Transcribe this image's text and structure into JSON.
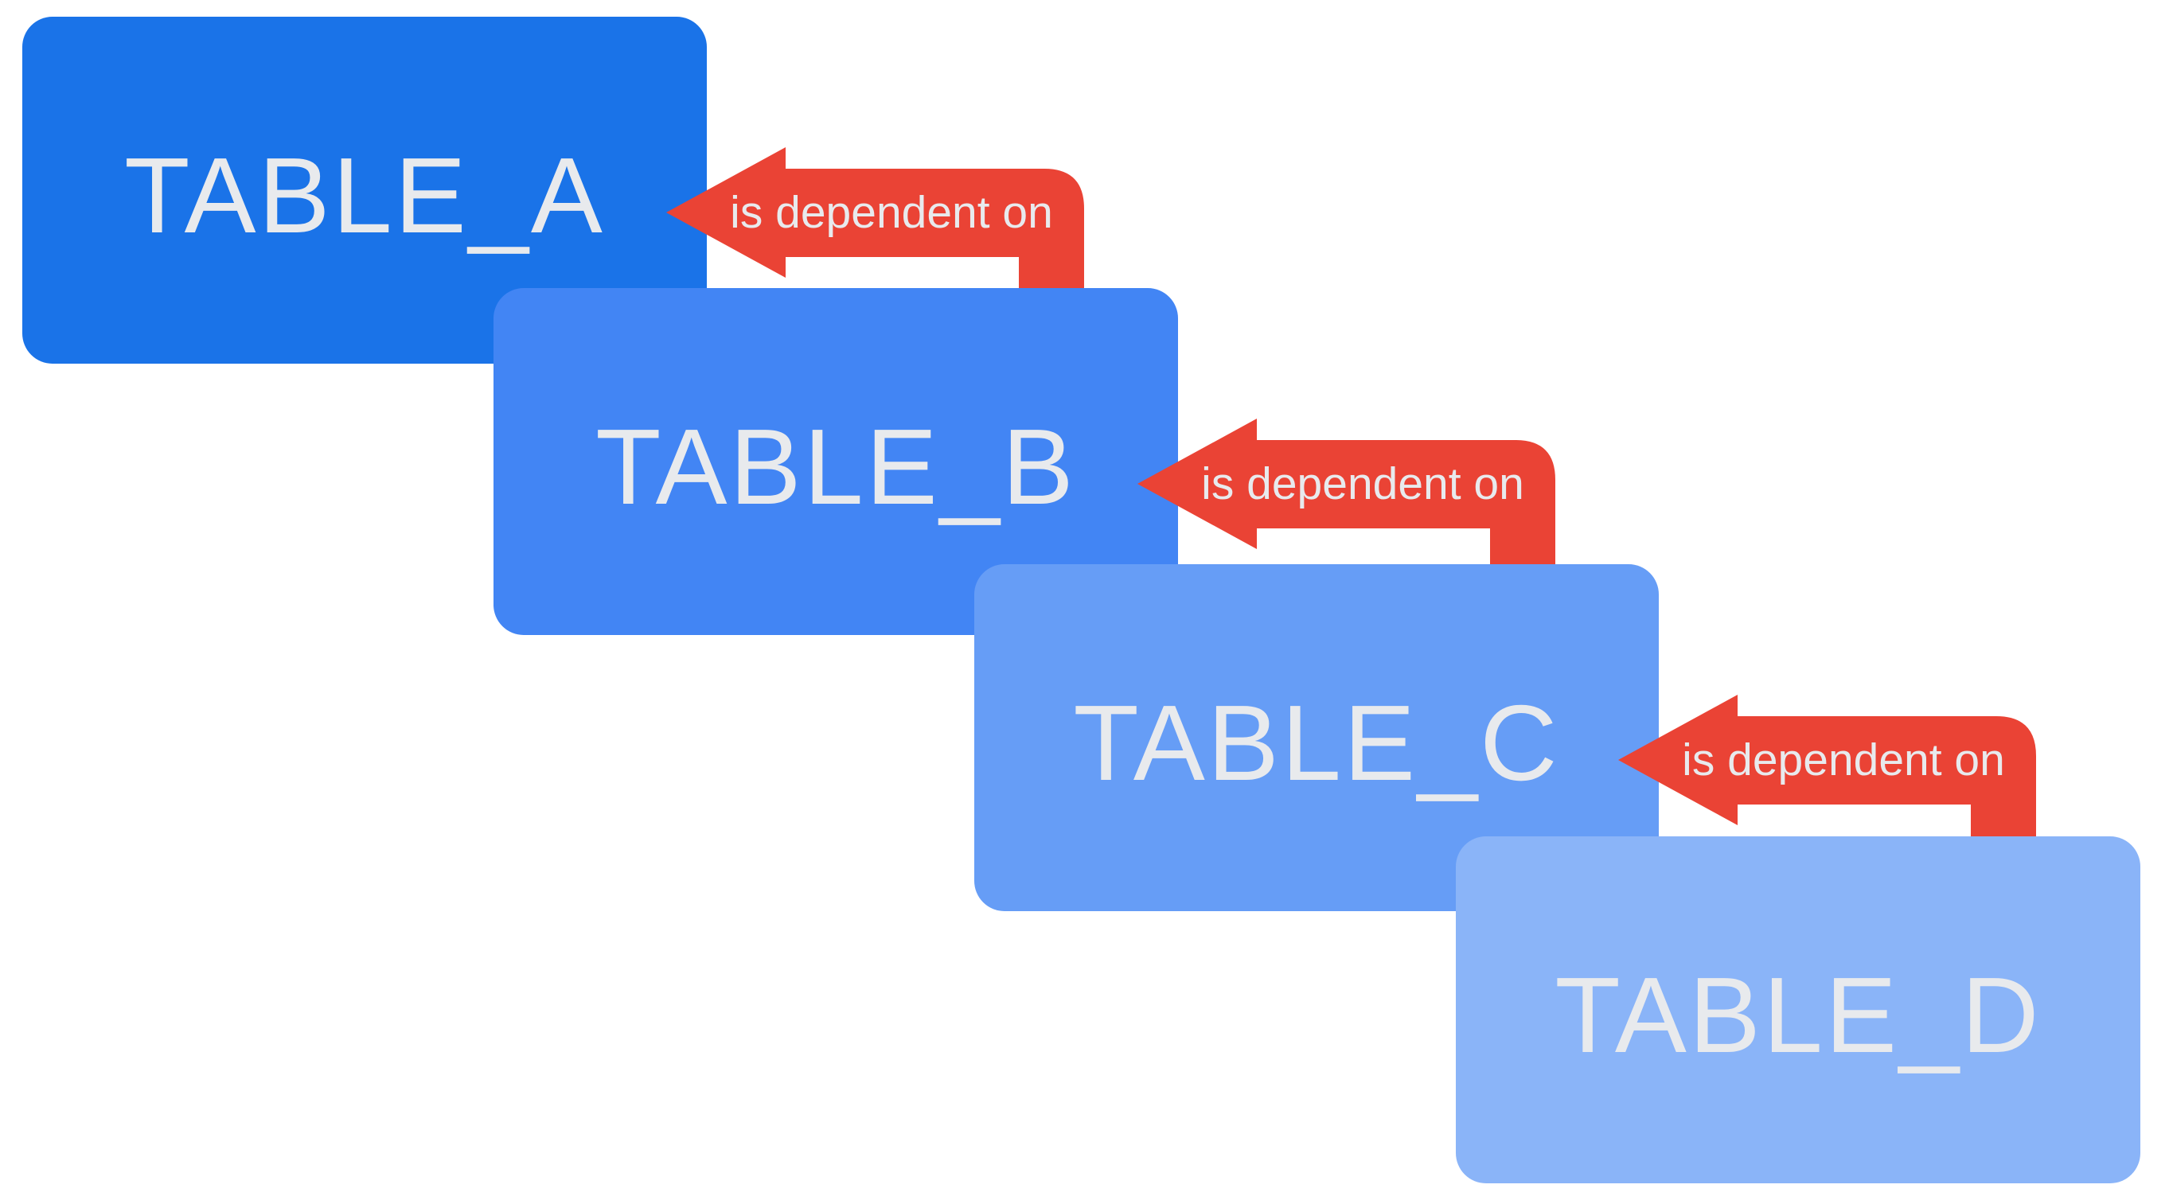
{
  "diagram": {
    "description": "table dependency chain",
    "relationship_label": "is dependent on",
    "tables": [
      {
        "name": "TABLE_A",
        "color": "#1a73e8"
      },
      {
        "name": "TABLE_B",
        "color": "#4285f4"
      },
      {
        "name": "TABLE_C",
        "color": "#669df6"
      },
      {
        "name": "TABLE_D",
        "color": "#8ab4f8"
      }
    ],
    "edges": [
      {
        "from": "TABLE_B",
        "to": "TABLE_A",
        "label": "is dependent on"
      },
      {
        "from": "TABLE_C",
        "to": "TABLE_B",
        "label": "is dependent on"
      },
      {
        "from": "TABLE_D",
        "to": "TABLE_C",
        "label": "is dependent on"
      }
    ],
    "arrow_color": "#ea4335",
    "text_color": "#e8eaed"
  }
}
